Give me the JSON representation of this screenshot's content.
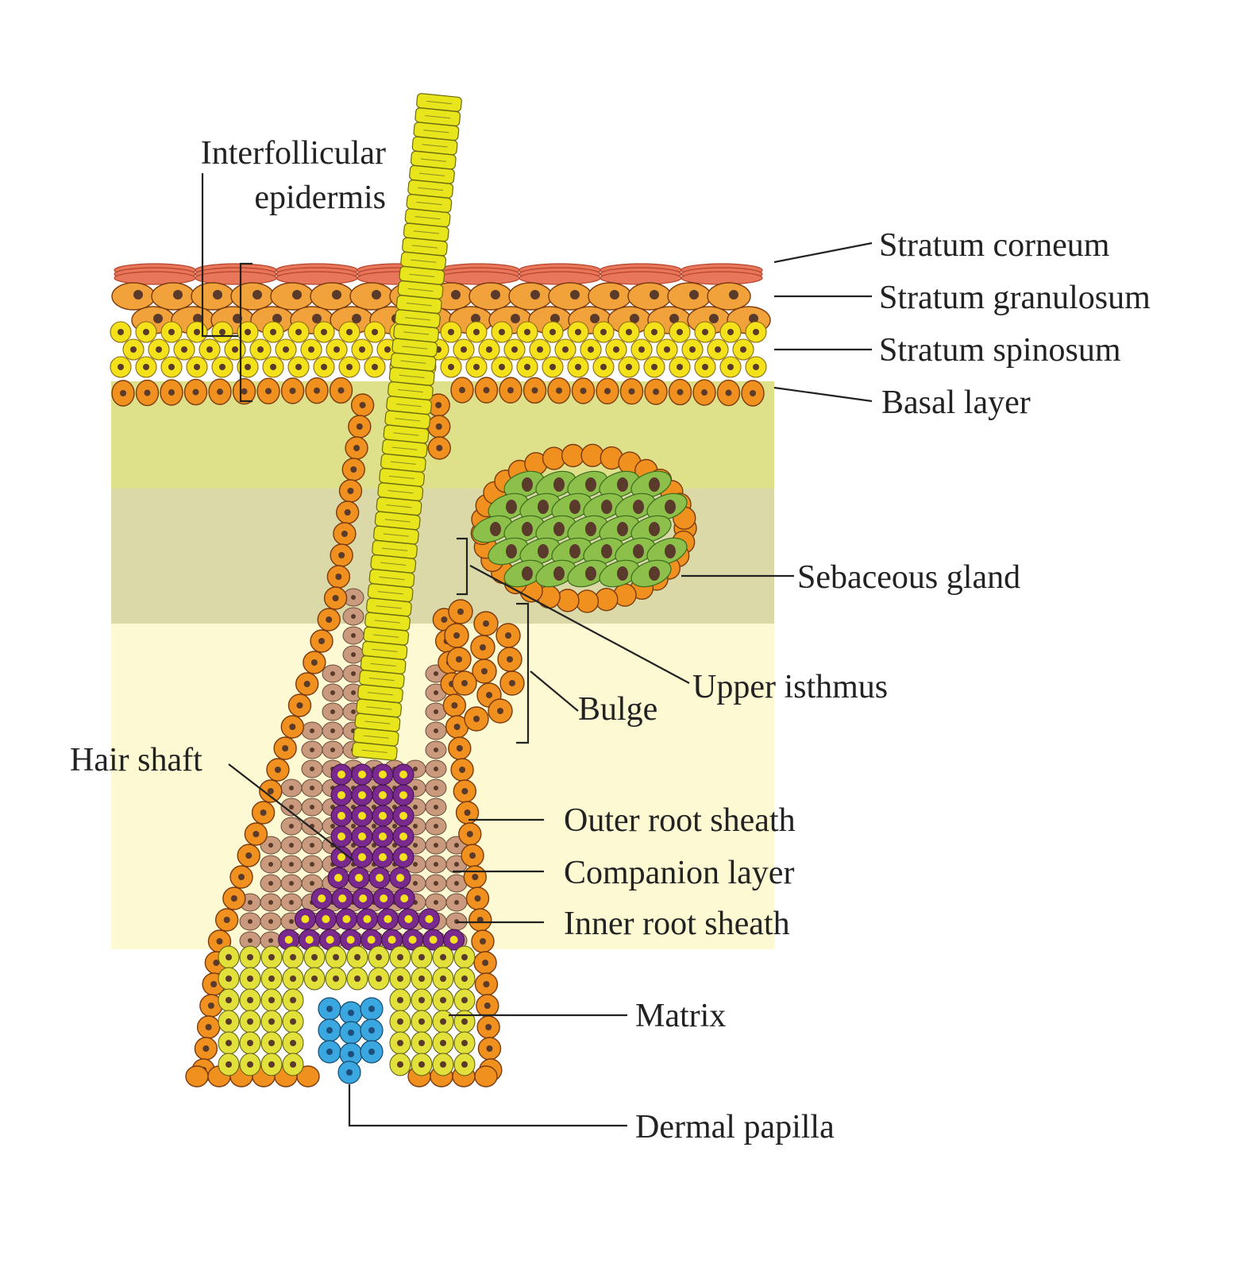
{
  "labels": {
    "interfollicular_line1": "Interfollicular",
    "interfollicular_line2": "epidermis",
    "stratum_corneum": "Stratum corneum",
    "stratum_granulosum": "Stratum granulosum",
    "stratum_spinosum": "Stratum spinosum",
    "basal_layer": "Basal layer",
    "sebaceous_gland": "Sebaceous gland",
    "upper_isthmus": "Upper isthmus",
    "bulge": "Bulge",
    "hair_shaft": "Hair shaft",
    "outer_root_sheath": "Outer root sheath",
    "companion_layer": "Companion layer",
    "inner_root_sheath": "Inner root sheath",
    "matrix": "Matrix",
    "dermal_papilla": "Dermal papilla"
  },
  "colors": {
    "corneum": "#e8765a",
    "granulosum": "#f2a23a",
    "spinosum": "#f3e11b",
    "basal": "#f0901f",
    "outer_root_sheath": "#f0901f",
    "companion_layer": "#c99a7e",
    "inner_root_sheath": "#7a2a8c",
    "hair_shaft": "#e8e51c",
    "matrix": "#e2e03a",
    "dermal_papilla": "#3ba7e0",
    "sebaceous_gland": "#8cc04a",
    "nucleus": "#5a3a2a",
    "dermis_upper": "#dfe08a",
    "dermis_middle": "#dcd9a8",
    "dermis_lower": "#fdf9d2"
  }
}
